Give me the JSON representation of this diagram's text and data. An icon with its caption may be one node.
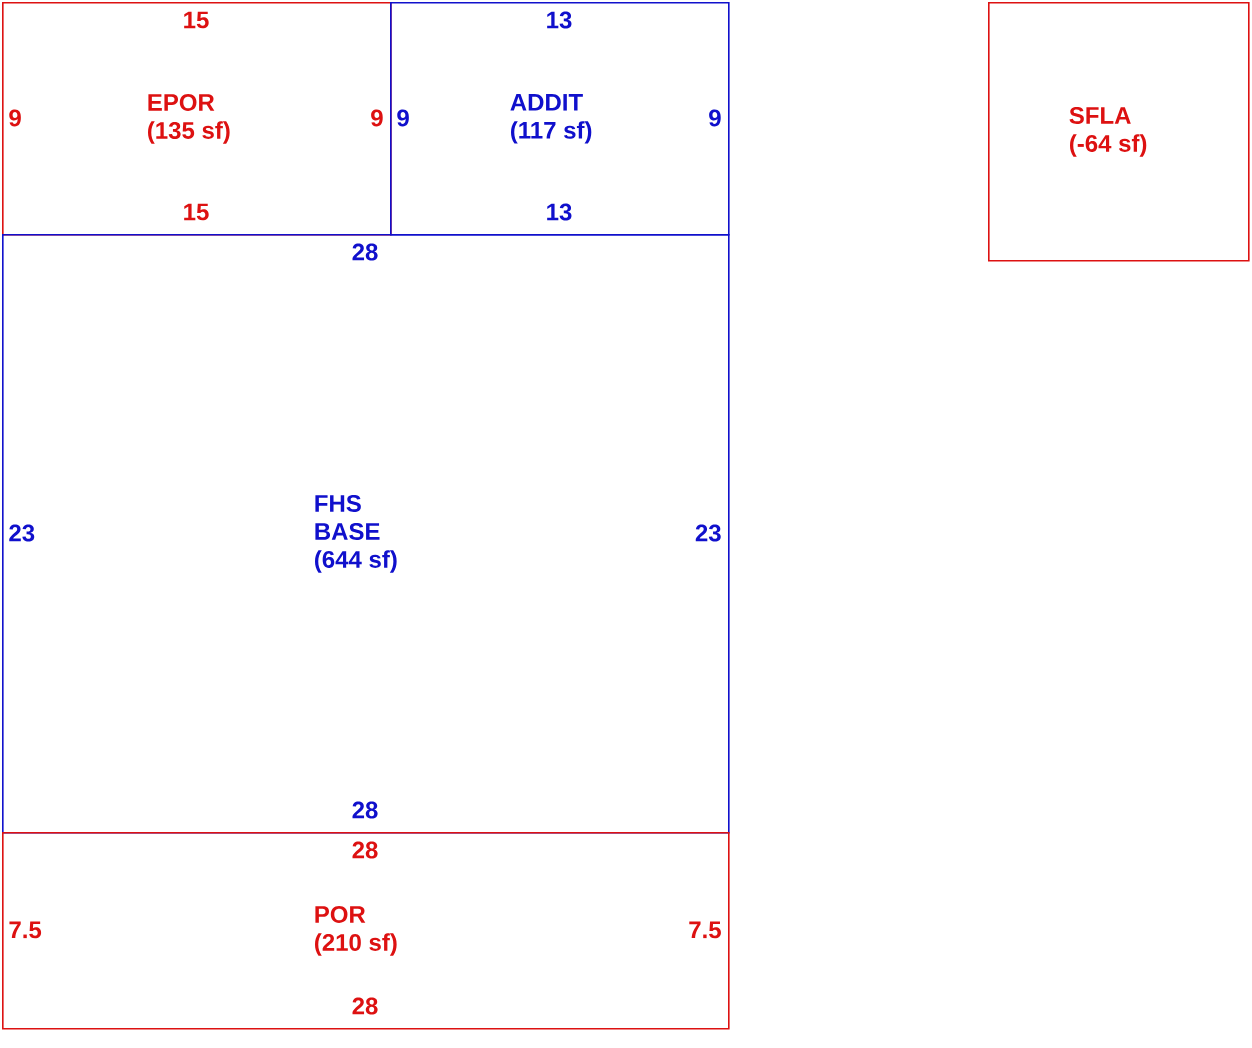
{
  "diagram": {
    "nodes": [
      {
        "text": [
          "EPOR (135 sf)",
          "15",
          "9",
          "9",
          "15"
        ]
      },
      {
        "text": [
          "ADDIT (117 sf)",
          "13",
          "9",
          "9",
          "13"
        ]
      },
      {
        "text": [
          "SFLA (-64 sf)"
        ]
      },
      {
        "text": [
          "FHS BASE (644 sf)",
          "28",
          "23",
          "23",
          "28"
        ]
      },
      {
        "text": [
          "POR (210 sf)",
          "28",
          "7.5",
          "7.5",
          "28"
        ]
      }
    ]
  }
}
